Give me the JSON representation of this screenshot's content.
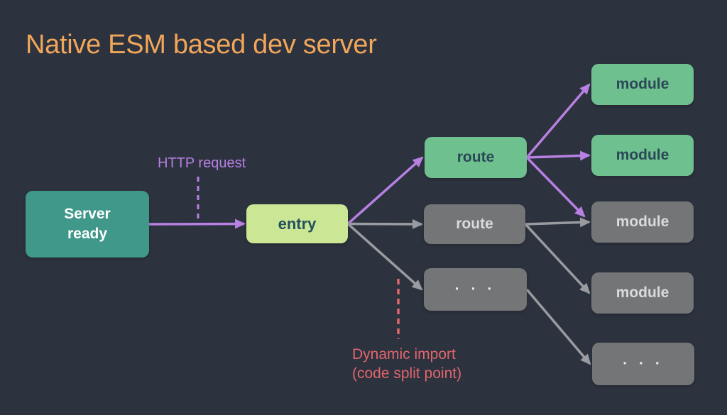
{
  "title": "Native ESM based dev server",
  "colors": {
    "background": "#2C323E",
    "title": "#F2A65A",
    "teal": "#40988A",
    "lime": "#CBE795",
    "green": "#6FC08F",
    "gray": "#747577",
    "purple": "#B780E2",
    "arrow_gray": "#9A9BA0",
    "red": "#E0666C"
  },
  "diagram": {
    "nodes": [
      {
        "id": "server-ready",
        "label": "Server\nready",
        "variant": "teal"
      },
      {
        "id": "entry",
        "label": "entry",
        "variant": "lime"
      },
      {
        "id": "route-green",
        "label": "route",
        "variant": "green"
      },
      {
        "id": "route-gray",
        "label": "route",
        "variant": "gray"
      },
      {
        "id": "dots-mid",
        "label": "· · ·",
        "variant": "gray"
      },
      {
        "id": "module-1",
        "label": "module",
        "variant": "green"
      },
      {
        "id": "module-2",
        "label": "module",
        "variant": "green"
      },
      {
        "id": "module-3",
        "label": "module",
        "variant": "gray"
      },
      {
        "id": "module-4",
        "label": "module",
        "variant": "gray"
      },
      {
        "id": "dots-end",
        "label": "· · ·",
        "variant": "gray"
      }
    ],
    "edges": [
      {
        "from": "server-ready",
        "to": "entry",
        "style": "purple"
      },
      {
        "from": "entry",
        "to": "route-green",
        "style": "purple"
      },
      {
        "from": "entry",
        "to": "route-gray",
        "style": "gray"
      },
      {
        "from": "entry",
        "to": "dots-mid",
        "style": "gray"
      },
      {
        "from": "route-green",
        "to": "module-1",
        "style": "purple"
      },
      {
        "from": "route-green",
        "to": "module-2",
        "style": "purple"
      },
      {
        "from": "route-green",
        "to": "module-3",
        "style": "purple"
      },
      {
        "from": "route-gray",
        "to": "module-3",
        "style": "gray"
      },
      {
        "from": "route-gray",
        "to": "module-4",
        "style": "gray"
      },
      {
        "from": "dots-mid",
        "to": "dots-end",
        "style": "gray"
      }
    ],
    "annotations": [
      {
        "id": "http-request",
        "text": "HTTP request"
      },
      {
        "id": "dynamic-import",
        "text": "Dynamic import\n(code split point)"
      }
    ]
  }
}
